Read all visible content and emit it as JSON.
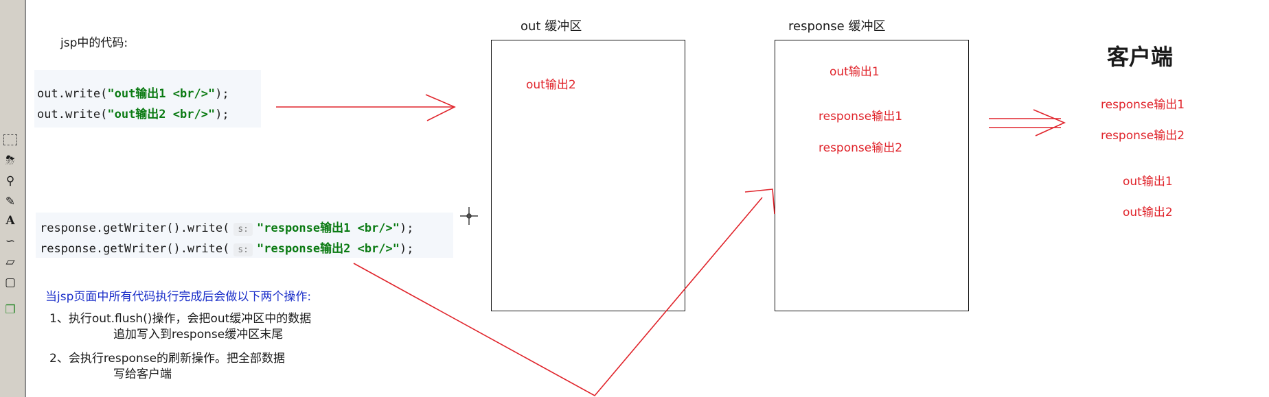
{
  "code_label": "jsp中的代码:",
  "out_code": [
    {
      "prefix": "out.write(",
      "str": "\"out输出1 <br/>\"",
      "suffix": ");"
    },
    {
      "prefix": "out.write(",
      "str": "\"out输出2 <br/>\"",
      "suffix": ");"
    }
  ],
  "response_code": [
    {
      "prefix": "response.getWriter().write(",
      "hint": "s:",
      "str": "\"response输出1 <br/>\"",
      "suffix": ");"
    },
    {
      "prefix": "response.getWriter().write(",
      "hint": "s:",
      "str": "\"response输出2 <br/>\"",
      "suffix": ");"
    }
  ],
  "out_buffer": {
    "title": "out 缓冲区",
    "items": [
      "out输出2"
    ]
  },
  "response_buffer": {
    "title": "response 缓冲区",
    "items": [
      "out输出1",
      "response输出1",
      "response输出2"
    ]
  },
  "client": {
    "title": "客户端",
    "items": [
      "response输出1",
      "response输出2",
      "out输出1",
      "out输出2"
    ]
  },
  "notes": {
    "heading": "当jsp页面中所有代码执行完成后会做以下两个操作:",
    "step1_line1": "1、执行out.flush()操作，会把out缓冲区中的数据",
    "step1_line2": "追加写入到response缓冲区末尾",
    "step2_line1": "2、会执行response的刷新操作。把全部数据",
    "step2_line2": "写给客户端"
  },
  "toolbar_icons": [
    "select-rect-icon",
    "fill-bucket-icon",
    "magnifier-icon",
    "pencil-icon",
    "text-icon",
    "curve-icon",
    "polygon-icon",
    "rounded-rect-icon",
    "paste-icon"
  ],
  "colors": {
    "annotation_red": "#e0242b",
    "note_blue": "#1b2fc9",
    "string_green": "#0a7a12"
  }
}
